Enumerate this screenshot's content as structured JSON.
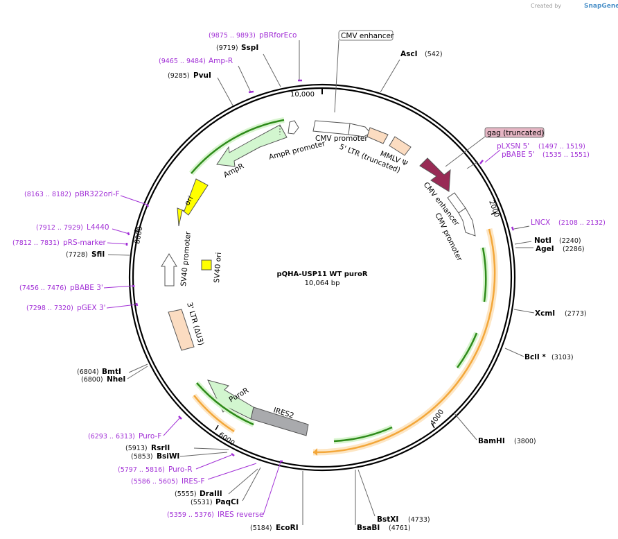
{
  "credit": {
    "prefix": "Created by",
    "brand": "SnapGene"
  },
  "plasmid": {
    "name": "pQHA-USP11 WT puroR",
    "length": "10,064 bp"
  },
  "ticks": [
    "10,000",
    "2000",
    "4000",
    "6000",
    "8000"
  ],
  "enzymes": [
    {
      "name": "SspI",
      "pos": "(9719)"
    },
    {
      "name": "PvuI",
      "pos": "(9285)"
    },
    {
      "name": "AscI",
      "pos": "(542)"
    },
    {
      "name": "NotI",
      "pos": "(2240)"
    },
    {
      "name": "AgeI",
      "pos": "(2286)"
    },
    {
      "name": "XcmI",
      "pos": "(2773)"
    },
    {
      "name": "BclI *",
      "pos": "(3103)"
    },
    {
      "name": "BamHI",
      "pos": "(3800)"
    },
    {
      "name": "BstXI",
      "pos": "(4733)"
    },
    {
      "name": "BsaBI",
      "pos": "(4761)"
    },
    {
      "name": "EcoRI",
      "pos": "(5184)"
    },
    {
      "name": "PaqCI",
      "pos": "(5531)"
    },
    {
      "name": "DraIII",
      "pos": "(5555)"
    },
    {
      "name": "BsiWI",
      "pos": "(5853)"
    },
    {
      "name": "RsrII",
      "pos": "(5913)"
    },
    {
      "name": "NheI",
      "pos": "(6800)"
    },
    {
      "name": "BmtI",
      "pos": "(6804)"
    },
    {
      "name": "SfiI",
      "pos": "(7728)"
    }
  ],
  "primers": [
    {
      "name": "pBRforEco",
      "range": "(9875 .. 9893)"
    },
    {
      "name": "Amp-R",
      "range": "(9465 .. 9484)"
    },
    {
      "name": "pLXSN 5'",
      "range": "(1497 .. 1519)"
    },
    {
      "name": "pBABE 5'",
      "range": "(1535 .. 1551)"
    },
    {
      "name": "LNCX",
      "range": "(2108 .. 2132)"
    },
    {
      "name": "pBR322ori-F",
      "range": "(8163 .. 8182)"
    },
    {
      "name": "L4440",
      "range": "(7912 .. 7929)"
    },
    {
      "name": "pRS-marker",
      "range": "(7812 .. 7831)"
    },
    {
      "name": "pBABE 3'",
      "range": "(7456 .. 7476)"
    },
    {
      "name": "pGEX 3'",
      "range": "(7298 .. 7320)"
    },
    {
      "name": "Puro-F",
      "range": "(6293 .. 6313)"
    },
    {
      "name": "Puro-R",
      "range": "(5797 .. 5816)"
    },
    {
      "name": "IRES-F",
      "range": "(5586 .. 5605)"
    },
    {
      "name": "IRES reverse",
      "range": "(5359 .. 5376)"
    }
  ],
  "features": {
    "cmv_enhancer_box": "CMV enhancer",
    "gag_box": "gag (truncated)",
    "cmv_promoter_top": "CMV promoter",
    "ltr5": "5' LTR (truncated)",
    "mmlv": "MMLV Ψ",
    "ampr_promoter": "AmpR promoter",
    "ampr": "AmpR",
    "ori": "ori",
    "sv40_promoter": "SV40 promoter",
    "sv40_ori": "SV40 ori",
    "ltr3": "3' LTR (ΔU3)",
    "puror": "PuroR",
    "ires2": "IRES2",
    "cmv_enhancer_inner": "CMV enhancer",
    "cmv_promoter_inner": "CMV promoter"
  },
  "colors": {
    "primer": "#a12fd6",
    "green_feature": "#d2f6cf",
    "orange_feature": "#fbdcc1",
    "yellow_feature": "#ffff00",
    "gag": "#982b55",
    "ires": "#a9aaad",
    "orf_orange": "#f3a73a",
    "orf_green": "#2e8b1a"
  }
}
